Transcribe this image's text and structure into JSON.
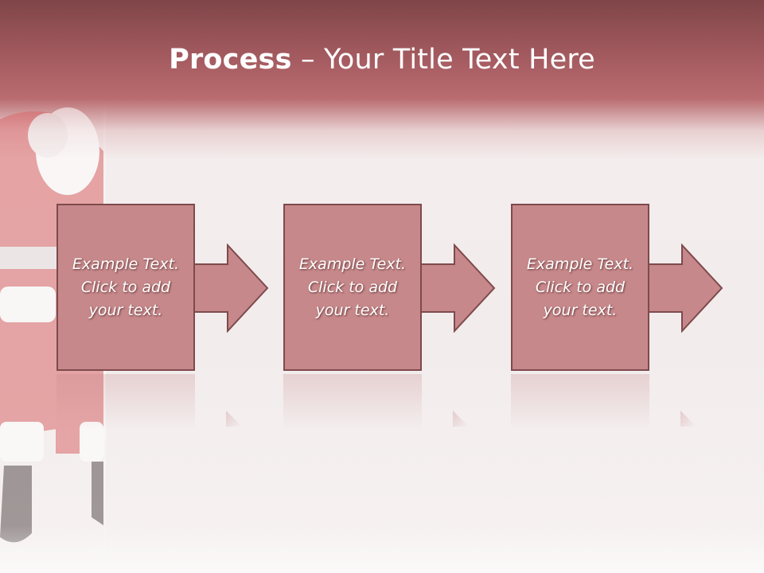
{
  "slide": {
    "title_bold": "Process",
    "title_rest": " – Your Title Text Here"
  },
  "steps": [
    {
      "text": "Example Text.\nClick  to add\nyour text."
    },
    {
      "text": "Example Text.\nClick  to add\nyour text."
    },
    {
      "text": "Example Text.\nClick  to add\nyour text."
    }
  ],
  "colors": {
    "box_fill": "#c6888a",
    "box_border": "#7e4a4d",
    "title_band": "#b96c70"
  }
}
